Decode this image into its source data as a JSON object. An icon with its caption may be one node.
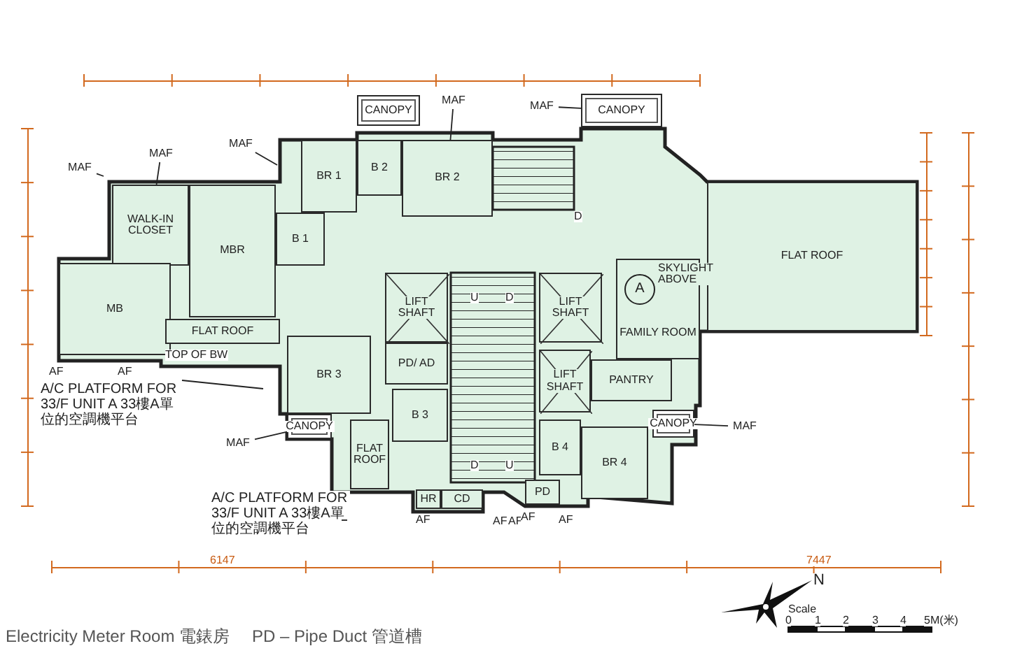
{
  "diagram": {
    "nodes": [
      {
        "text": [
          "CANOPY"
        ]
      },
      {
        "text": [
          "CANOPY"
        ]
      },
      {
        "text": [
          "BR 2"
        ]
      },
      {
        "text": [
          "B 2"
        ]
      },
      {
        "text": [
          "BR 1"
        ]
      },
      {
        "text": [
          "WALK-IN CLOSET"
        ]
      },
      {
        "text": [
          "MBR"
        ]
      },
      {
        "text": [
          "B 1"
        ]
      },
      {
        "text": [
          "FLAT ROOF"
        ]
      },
      {
        "text": [
          "LIFT SHAFT"
        ]
      },
      {
        "text": [
          "LIFT SHAFT"
        ]
      },
      {
        "text": [
          "FAMILY ROOM"
        ]
      },
      {
        "text": [
          "A"
        ],
        "in": 11
      },
      {
        "text": [
          "MB"
        ]
      },
      {
        "text": [
          "FLAT ROOF"
        ]
      },
      {
        "text": [
          "BR 3"
        ]
      },
      {
        "text": [
          "PD/ AD"
        ]
      },
      {
        "text": [
          "LIFT SHAFT"
        ]
      },
      {
        "text": [
          "PANTRY"
        ]
      },
      {
        "text": [
          "B 3"
        ]
      },
      {
        "text": [
          "CANOPY"
        ]
      },
      {
        "text": [
          "B 4"
        ]
      },
      {
        "text": [
          "BR 4"
        ]
      },
      {
        "text": [
          "CANOPY"
        ]
      },
      {
        "text": [
          "FLAT ROOF"
        ]
      },
      {
        "text": [
          "HR"
        ]
      },
      {
        "text": [
          "CD"
        ]
      },
      {
        "text": [
          "PD"
        ]
      },
      {
        "text": [
          "MAF"
        ]
      },
      {
        "text": [
          "MAF"
        ]
      },
      {
        "text": [
          "MAF"
        ]
      },
      {
        "text": [
          "MAF"
        ]
      },
      {
        "text": [
          "MAF"
        ]
      },
      {
        "text": [
          "MAF"
        ]
      },
      {
        "text": [
          "MAF"
        ]
      },
      {
        "text": [
          "A/C PLATFORM FOR 33/F UNIT A 33樓A單位的空調機平台"
        ]
      },
      {
        "text": [
          "A/C PLATFORM FOR 33/F UNIT A 33樓A單位的空調機平台"
        ]
      }
    ],
    "edges": [
      {
        "from": 28,
        "to": null,
        "arrow": "none"
      },
      {
        "from": 29,
        "to": 5,
        "arrow": "none"
      },
      {
        "from": 30,
        "to": null,
        "arrow": "none"
      },
      {
        "from": 31,
        "to": 2,
        "arrow": "none"
      },
      {
        "from": 32,
        "to": 1,
        "arrow": "none"
      },
      {
        "from": 33,
        "to": 20,
        "arrow": "none"
      },
      {
        "from": 34,
        "to": 23,
        "arrow": "none"
      },
      {
        "from": 35,
        "to": null,
        "arrow": "none"
      },
      {
        "from": 36,
        "to": null,
        "arrow": "none"
      }
    ],
    "labels": [
      "SKYLIGHT ABOVE",
      "TOP OF BW",
      "D",
      "U",
      "D",
      "D",
      "U",
      "AF",
      "AF",
      "AF",
      "AF",
      "AF",
      "AF",
      "AF",
      "6147",
      "7447",
      "N",
      "Scale",
      "0",
      "1",
      "2",
      "3",
      "4",
      "5M(米)",
      "Electricity Meter Room 電錶房",
      "PD – Pipe Duct 管道槽"
    ]
  }
}
